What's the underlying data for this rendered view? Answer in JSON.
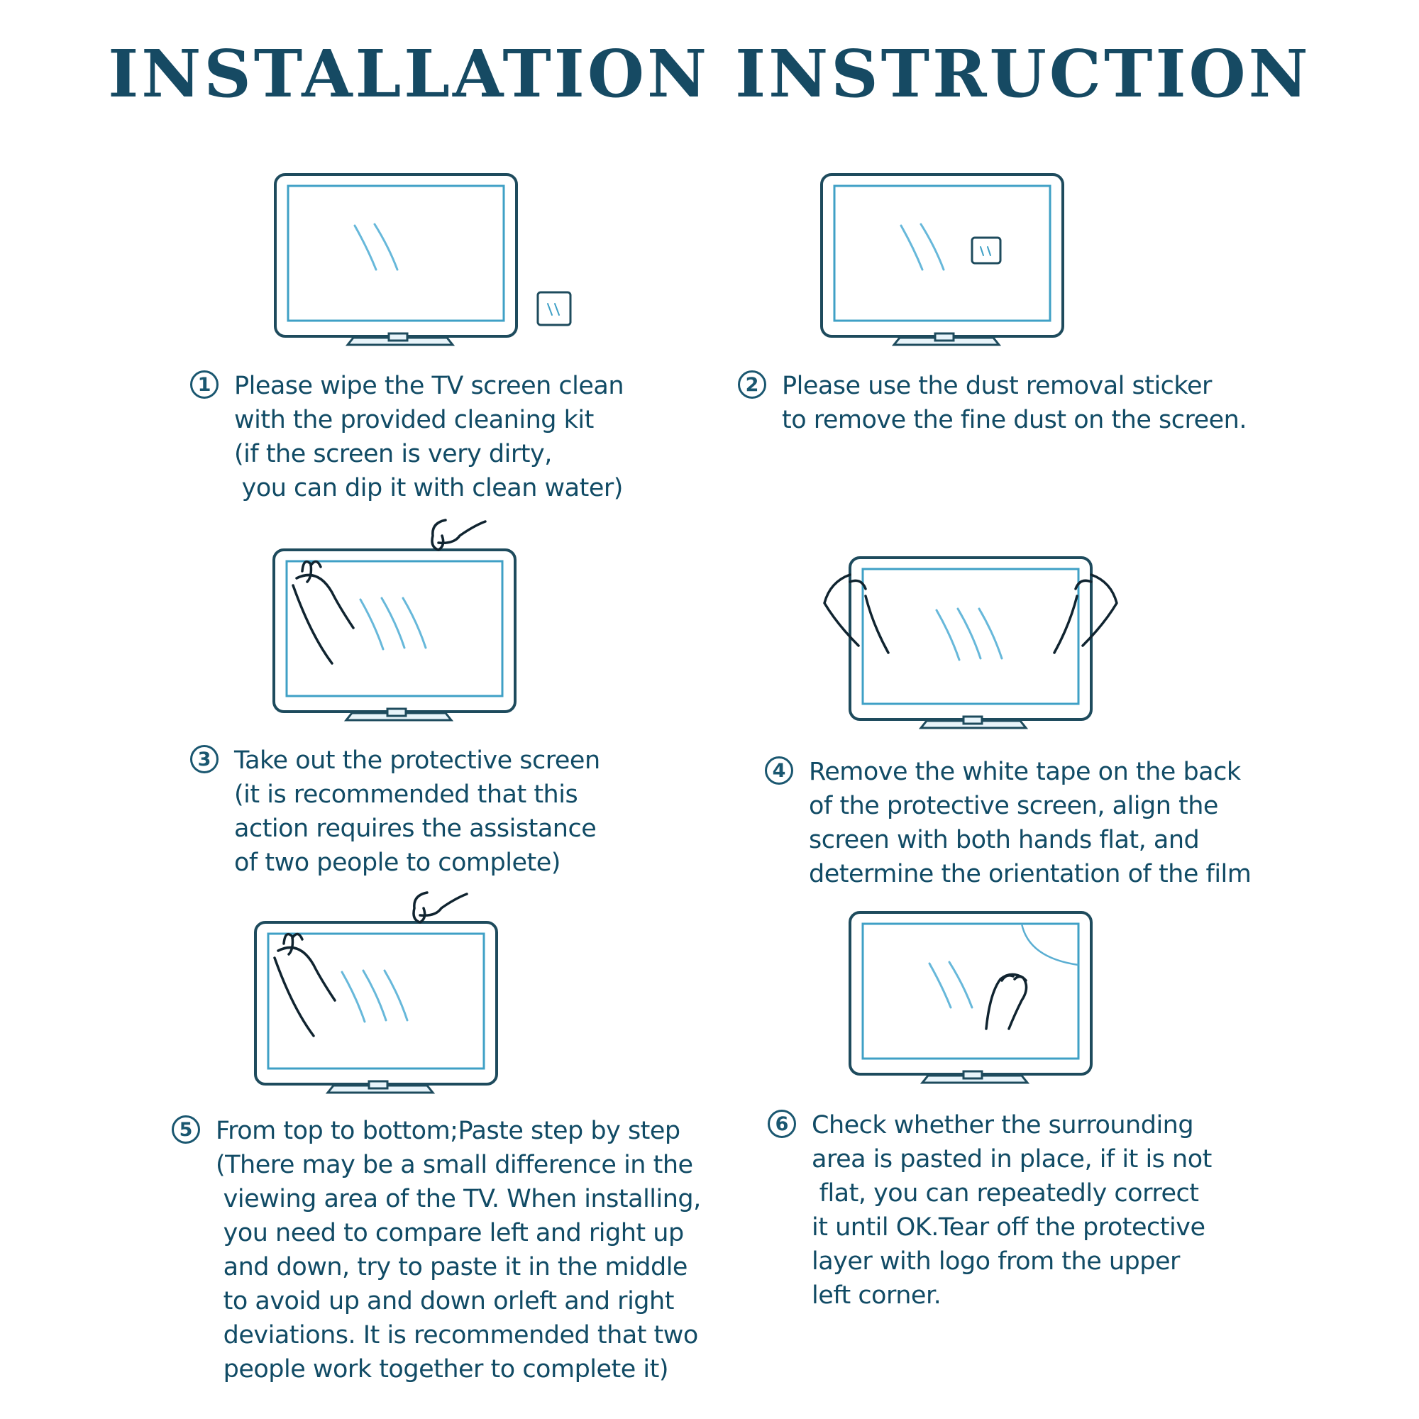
{
  "title": "INSTALLATION INSTRUCTION",
  "steps": [
    {
      "number": "1",
      "text": "Please wipe the TV screen clean\nwith the provided cleaning kit\n(if the screen is very dirty,\n you can dip it with clean water)"
    },
    {
      "number": "2",
      "text": "Please use the dust removal sticker\nto remove the fine dust on the screen."
    },
    {
      "number": "3",
      "text": "Take out the protective screen\n(it is recommended that this\naction requires the assistance\nof two people to complete)"
    },
    {
      "number": "4",
      "text": "Remove the white tape on the back\nof the protective screen, align the\nscreen with both hands flat, and\ndetermine the orientation of the film"
    },
    {
      "number": "5",
      "text": "From top to bottom;Paste step by step\n(There may be a small difference in the\n viewing area of the TV. When installing,\n you need to compare left and right up\n and down, try to paste it in the middle\n to avoid up and down orleft and right\n deviations. It is recommended that two\n people work together to complete it)"
    },
    {
      "number": "6",
      "text": "Check whether the surrounding\narea is pasted in place, if it is not\n flat, you can repeatedly correct\nit until OK.Tear off the protective\nlayer with logo from the upper\nleft corner."
    }
  ],
  "illustrations": [
    {
      "icon": "tv-with-cleaning-kit-icon"
    },
    {
      "icon": "tv-with-dust-sticker-icon"
    },
    {
      "icon": "tv-taking-out-screen-icon"
    },
    {
      "icon": "tv-aligning-screen-icon"
    },
    {
      "icon": "tv-pasting-screen-icon"
    },
    {
      "icon": "tv-checking-edges-icon"
    }
  ],
  "colors": {
    "heading": "#164a63",
    "text": "#114b65",
    "frame": "#1e4b5d",
    "screen_line": "#3fa0c6"
  }
}
